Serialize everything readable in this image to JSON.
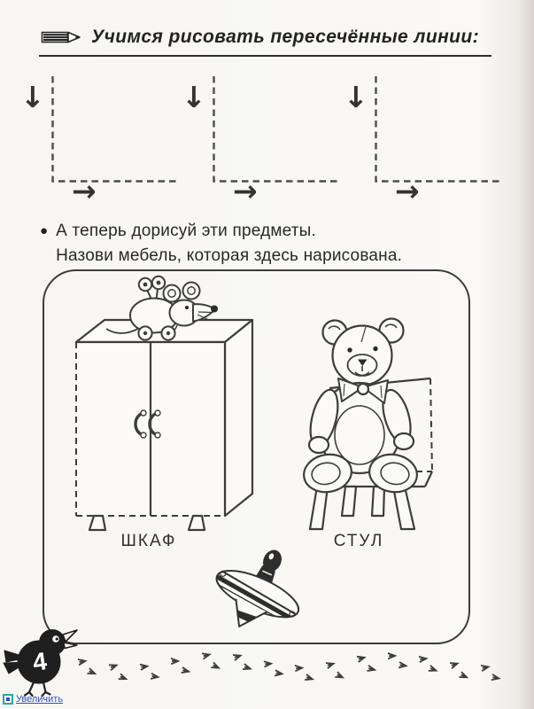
{
  "header": {
    "title": "Учимся рисовать пересечённые линии:"
  },
  "icons": {
    "pencil": "pencil-icon",
    "bullet": "●",
    "down_arrow": "↓",
    "right_arrow": "→",
    "enlarge": "enlarge-icon"
  },
  "task": {
    "line1": "А теперь дорисуй эти предметы.",
    "line2": "Назови мебель, которая здесь нарисована."
  },
  "figures": {
    "wardrobe_label": "ШКАФ",
    "chair_label": "СТУЛ",
    "drawings": [
      "toy-mouse-on-wardrobe",
      "teddy-bear-on-chair",
      "spinning-top"
    ]
  },
  "footer": {
    "page_number": "4",
    "enlarge_label": "Увеличить"
  },
  "decor": {
    "footprint_count": 28
  },
  "colors": {
    "ink": "#3d3d3d",
    "paper": "#f8f7f3",
    "link_text": "#2f4fd0",
    "link_icon": "#2aa79f"
  }
}
